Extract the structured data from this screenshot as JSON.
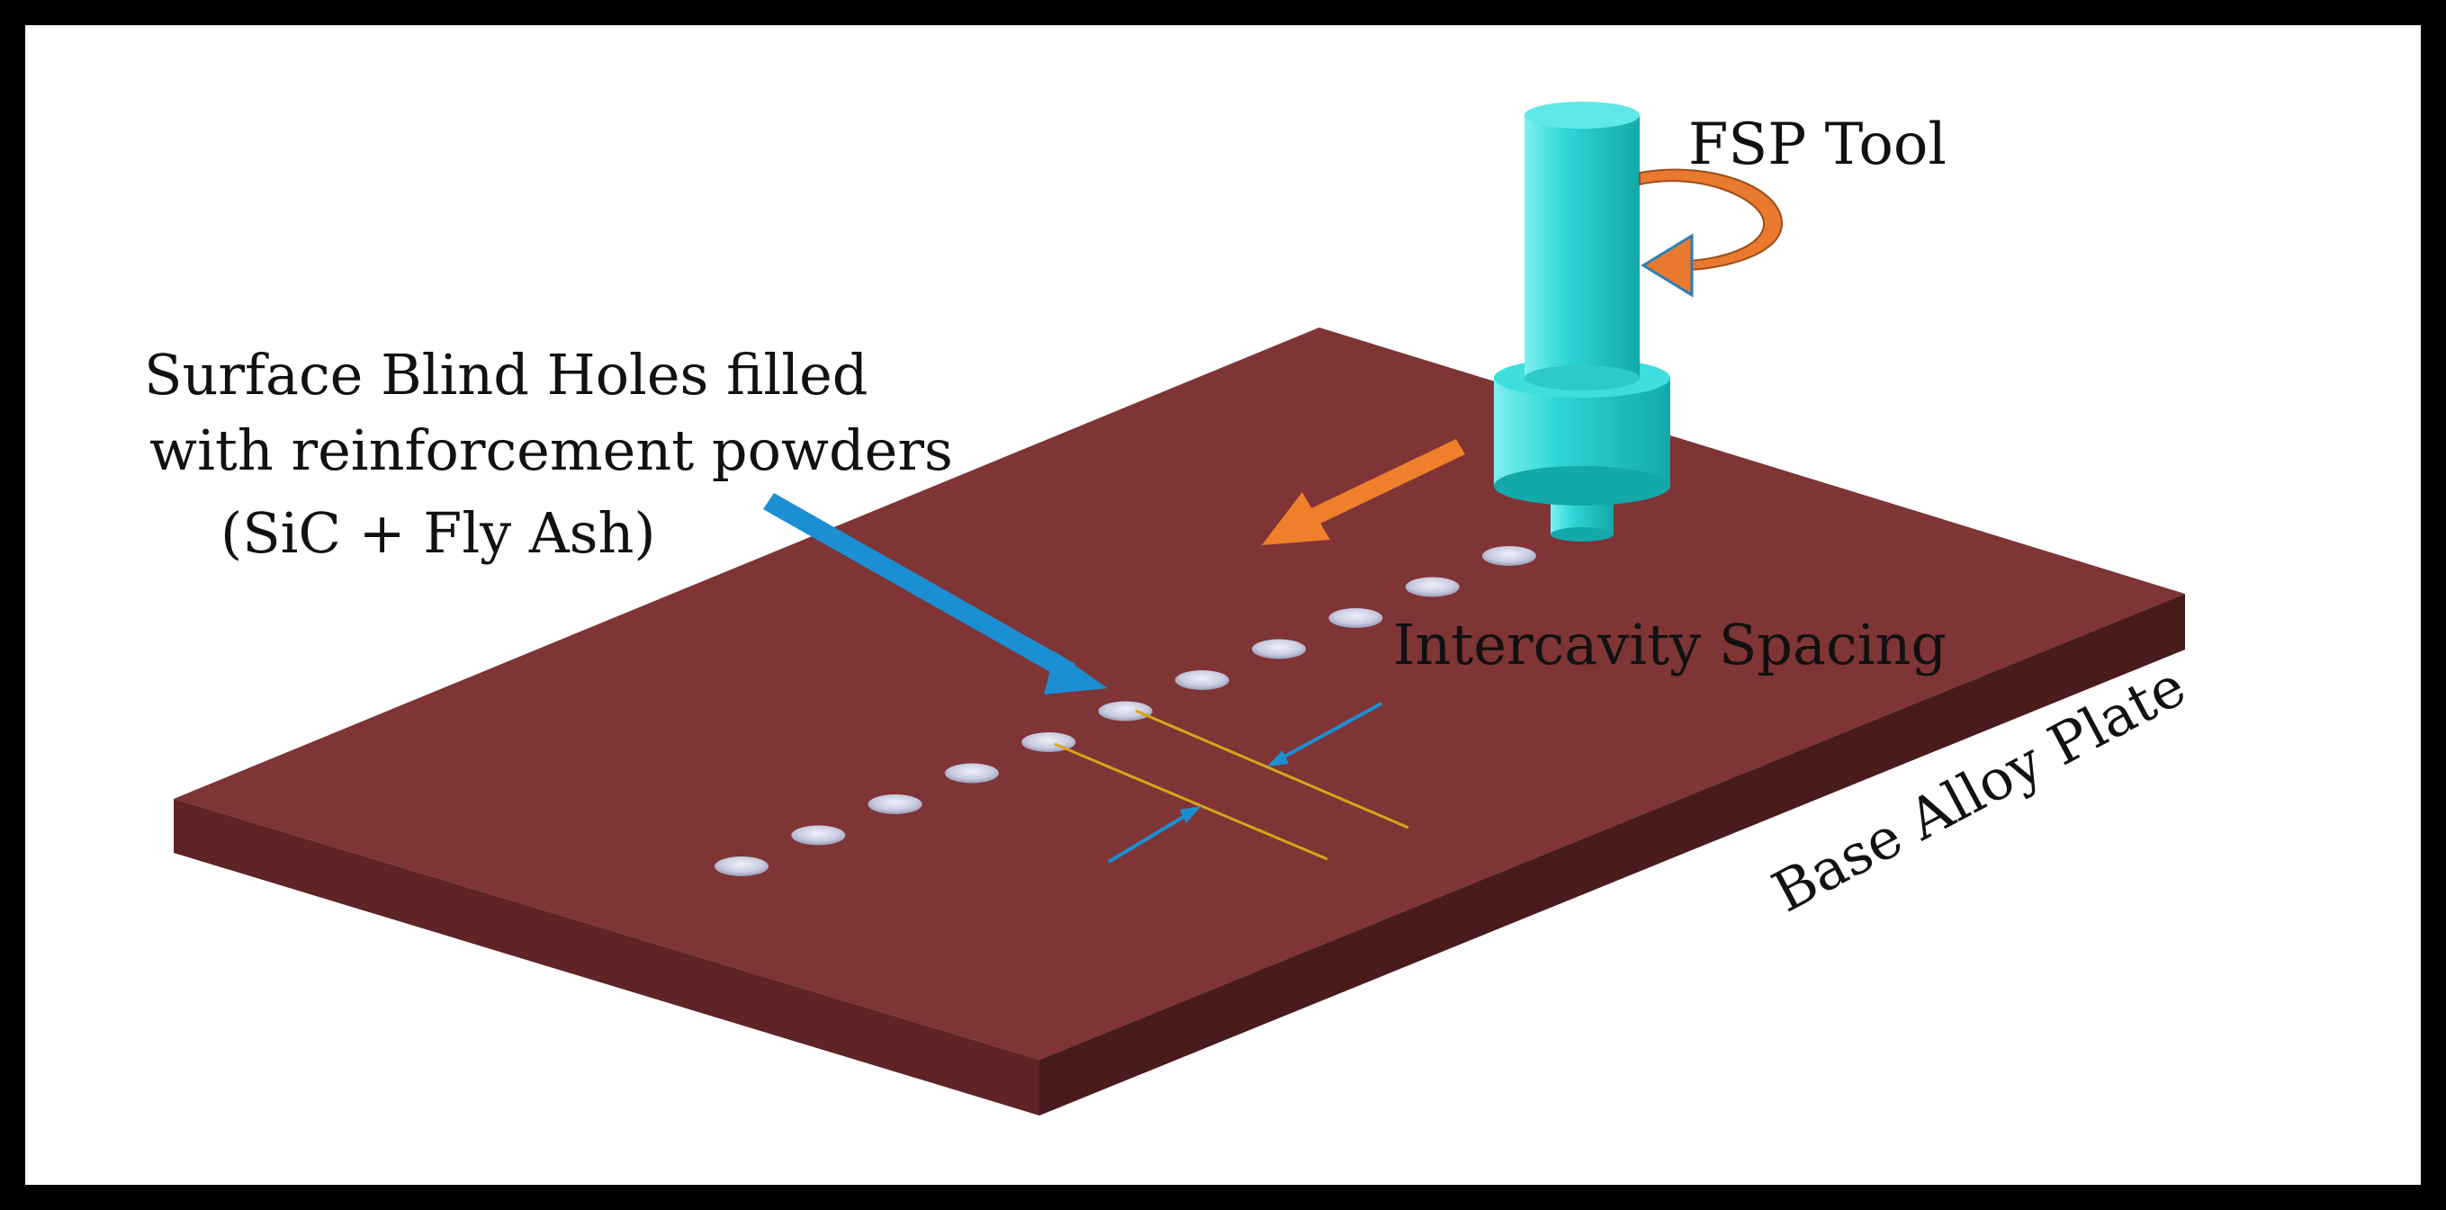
{
  "labels": {
    "fsp_tool": "FSP Tool",
    "blind_holes_line1": "Surface Blind Holes filled",
    "blind_holes_line2": "with reinforcement powders",
    "blind_holes_line3": "(SiC + Fly Ash)",
    "spacing": "Intercavity Spacing",
    "plate": "Base Alloy Plate"
  },
  "colors": {
    "plate_top": "#7f3436",
    "plate_front": "#5e2426",
    "plate_right": "#4a1b1d",
    "tool": "#1fc9c9",
    "rotation_arrow": "#e8792e",
    "travel_arrow": "#f07f2c",
    "pointer_arrow": "#1b8fd2",
    "spacing_line": "#d9a514",
    "border": "#000000"
  },
  "holes": {
    "count": 11
  }
}
